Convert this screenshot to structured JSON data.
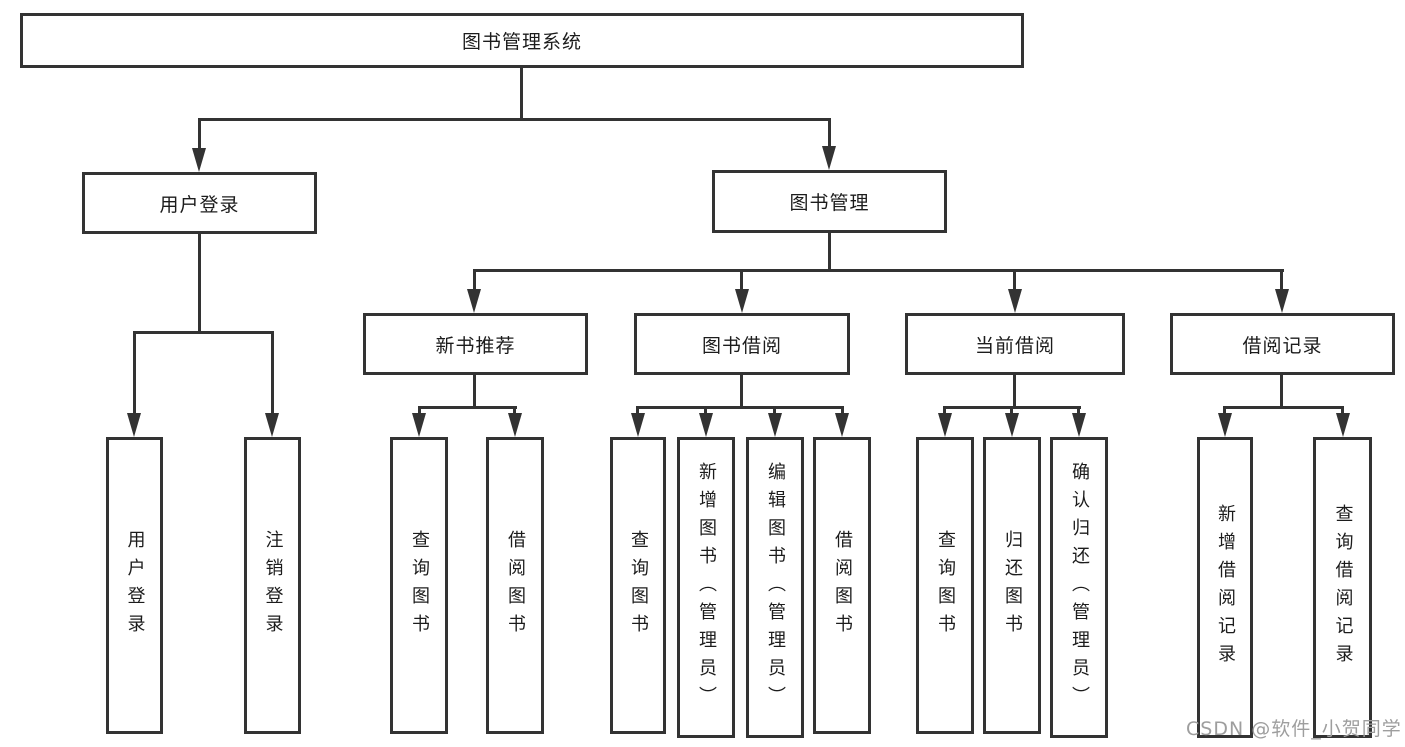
{
  "diagram": {
    "root": "图书管理系统",
    "user_login": {
      "label": "用户登录",
      "children": [
        "用户登录",
        "注销登录"
      ]
    },
    "book_mgmt": {
      "label": "图书管理",
      "new_book": {
        "label": "新书推荐",
        "children": [
          "查询图书",
          "借阅图书"
        ]
      },
      "book_borrow": {
        "label": "图书借阅",
        "children": [
          "查询图书",
          "新增图书（管理员）",
          "编辑图书（管理员）",
          "借阅图书"
        ]
      },
      "current_borrow": {
        "label": "当前借阅",
        "children": [
          "查询图书",
          "归还图书",
          "确认归还（管理员）"
        ]
      },
      "borrow_record": {
        "label": "借阅记录",
        "children": [
          "新增借阅记录",
          "查询借阅记录"
        ]
      }
    }
  },
  "watermark": "CSDN @软件_小贺同学",
  "colors": {
    "line": "#333333",
    "text": "#1c1c1c",
    "watermark_text": "#9e9e9e",
    "background": "#ffffff"
  }
}
